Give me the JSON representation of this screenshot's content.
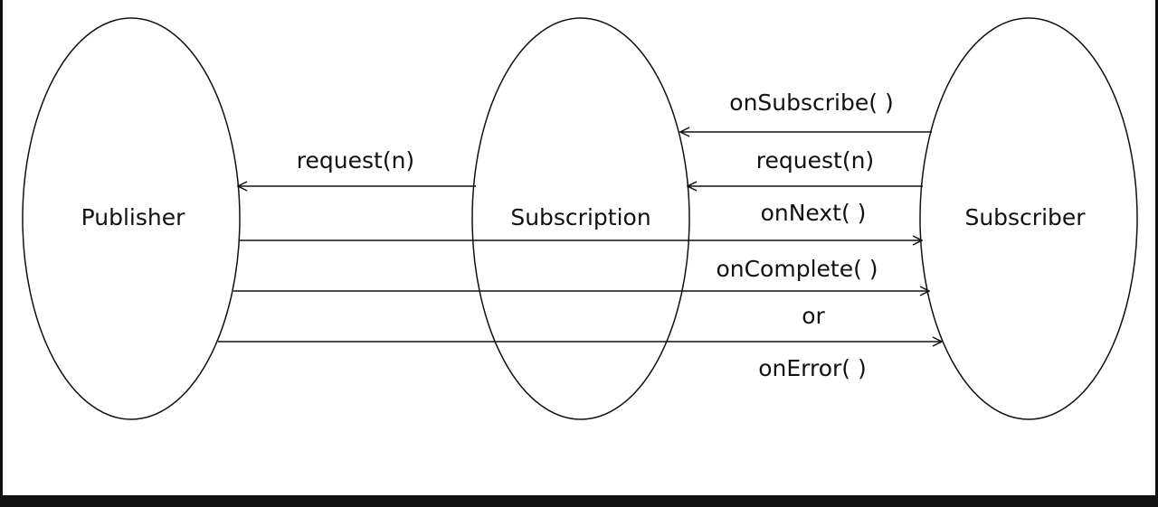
{
  "nodes": [
    {
      "id": "publisher",
      "label": "Publisher"
    },
    {
      "id": "subscription",
      "label": "Subscription"
    },
    {
      "id": "subscriber",
      "label": "Subscriber"
    }
  ],
  "edges": [
    {
      "id": "sub-to-pub-request",
      "from": "subscription",
      "to": "publisher",
      "label": "request(n)"
    },
    {
      "id": "on-subscribe",
      "from": "subscriber",
      "to": "subscription",
      "label": "onSubscribe( )"
    },
    {
      "id": "subscriber-request",
      "from": "subscriber",
      "to": "subscription",
      "label": "request(n)"
    },
    {
      "id": "on-next",
      "from": "publisher",
      "to": "subscriber",
      "label": "onNext( )"
    },
    {
      "id": "on-complete",
      "from": "publisher",
      "to": "subscriber",
      "label": "onComplete( )"
    },
    {
      "id": "on-error",
      "from": "publisher",
      "to": "subscriber",
      "label": "or",
      "label2": "onError( )"
    }
  ],
  "colors": {
    "stroke": "#111111",
    "background": "#ffffff",
    "frame": "#111111"
  }
}
